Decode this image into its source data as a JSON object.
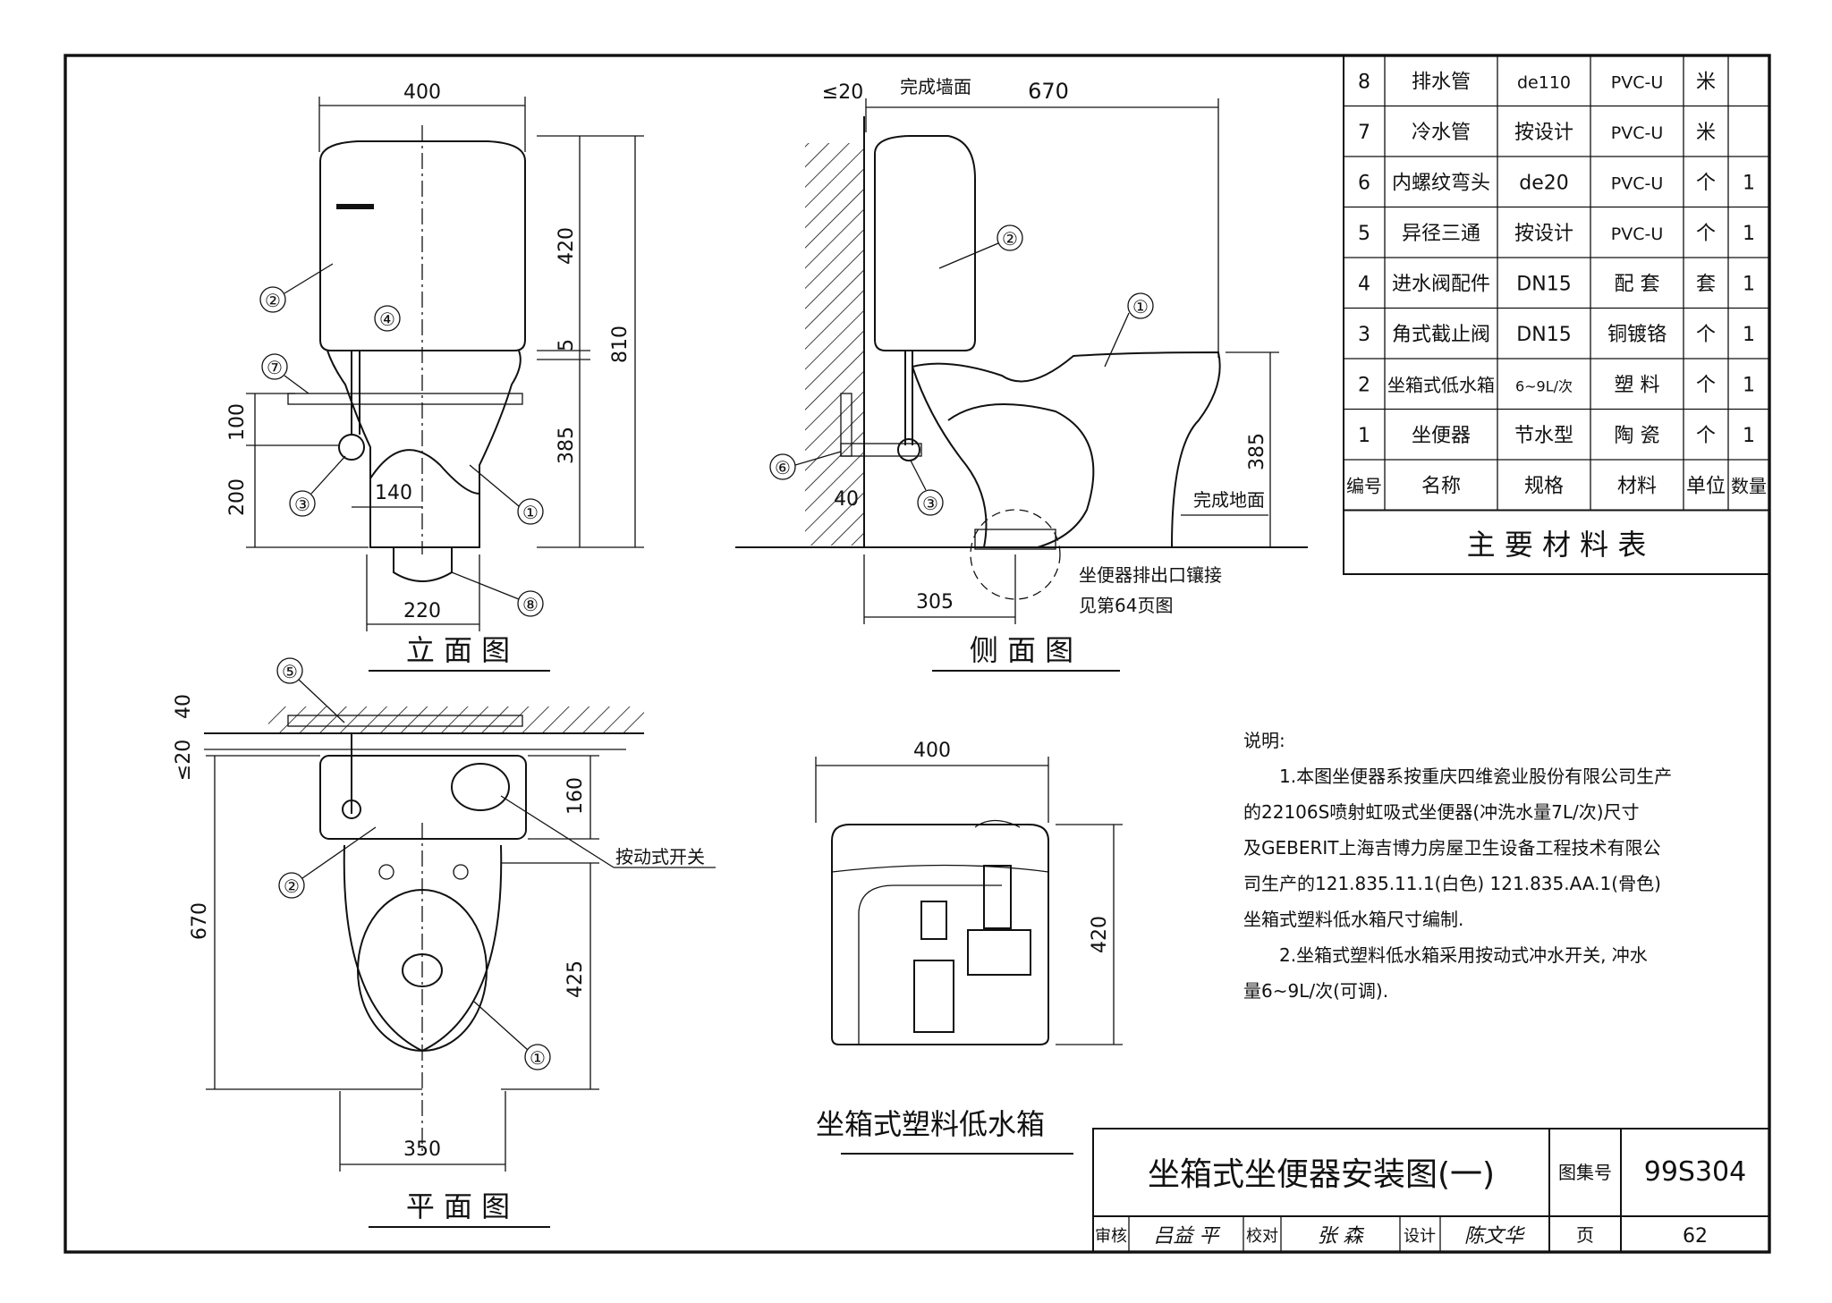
{
  "views": {
    "elevation": {
      "title": "立 面 图",
      "dims": {
        "width_top": "400",
        "tank_h": "420",
        "gap": "5",
        "total": "810",
        "bowl_h": "385",
        "v100": "100",
        "v200": "200",
        "h140": "140",
        "h220": "220"
      },
      "callouts": [
        "②",
        "④",
        "⑦",
        "③",
        "①",
        "⑧"
      ]
    },
    "side": {
      "title": "侧 面 图",
      "dims": {
        "wall_gap": "≤20",
        "length": "670",
        "bowl_h": "385",
        "d40": "40",
        "d305": "305"
      },
      "labels": {
        "wall": "完成墙面",
        "floor": "完成地面",
        "outlet_note_1": "坐便器排出口镶接",
        "outlet_note_2": "见第64页图"
      },
      "callouts": [
        "②",
        "①",
        "⑥",
        "③"
      ]
    },
    "plan": {
      "title": "平 面 图",
      "dims": {
        "d40": "40",
        "wall_gap": "≤20",
        "tank_depth": "160",
        "length": "670",
        "bowl_len": "425",
        "width": "350"
      },
      "labels": {
        "switch": "按动式开关"
      },
      "callouts": [
        "⑤",
        "②",
        "①"
      ]
    },
    "tank": {
      "title": "坐箱式塑料低水箱",
      "dims": {
        "width": "400",
        "height": "420"
      }
    }
  },
  "materials_table": {
    "title": "主 要 材 料 表",
    "header": [
      "编号",
      "名称",
      "规格",
      "材料",
      "单位",
      "数量"
    ],
    "rows": [
      [
        "8",
        "排水管",
        "de110",
        "PVC-U",
        "米",
        ""
      ],
      [
        "7",
        "冷水管",
        "按设计",
        "PVC-U",
        "米",
        ""
      ],
      [
        "6",
        "内螺纹弯头",
        "de20",
        "PVC-U",
        "个",
        "1"
      ],
      [
        "5",
        "异径三通",
        "按设计",
        "PVC-U",
        "个",
        "1"
      ],
      [
        "4",
        "进水阀配件",
        "DN15",
        "配 套",
        "套",
        "1"
      ],
      [
        "3",
        "角式截止阀",
        "DN15",
        "铜镀铬",
        "个",
        "1"
      ],
      [
        "2",
        "坐箱式低水箱",
        "6~9L/次",
        "塑 料",
        "个",
        "1"
      ],
      [
        "1",
        "坐便器",
        "节水型",
        "陶 瓷",
        "个",
        "1"
      ]
    ]
  },
  "notes": {
    "heading": "说明:",
    "lines": [
      "1.本图坐便器系按重庆四维瓷业股份有限公司生产",
      "的22106S喷射虹吸式坐便器(冲洗水量7L/次)尺寸",
      "及GEBERIT上海吉博力房屋卫生设备工程技术有限公",
      "司生产的121.835.11.1(白色) 121.835.AA.1(骨色)",
      "坐箱式塑料低水箱尺寸编制.",
      "2.坐箱式塑料低水箱采用按动式冲水开关, 冲水",
      "量6~9L/次(可调)."
    ]
  },
  "title_block": {
    "title": "坐箱式坐便器安装图(一)",
    "atlas_label": "图集号",
    "atlas_no": "99S304",
    "page_label": "页",
    "page_no": "62",
    "review_label": "审核",
    "reviewer": "吕益 平",
    "check_label": "校对",
    "checker": "张 森",
    "design_label": "设计",
    "designer": "陈文华"
  }
}
